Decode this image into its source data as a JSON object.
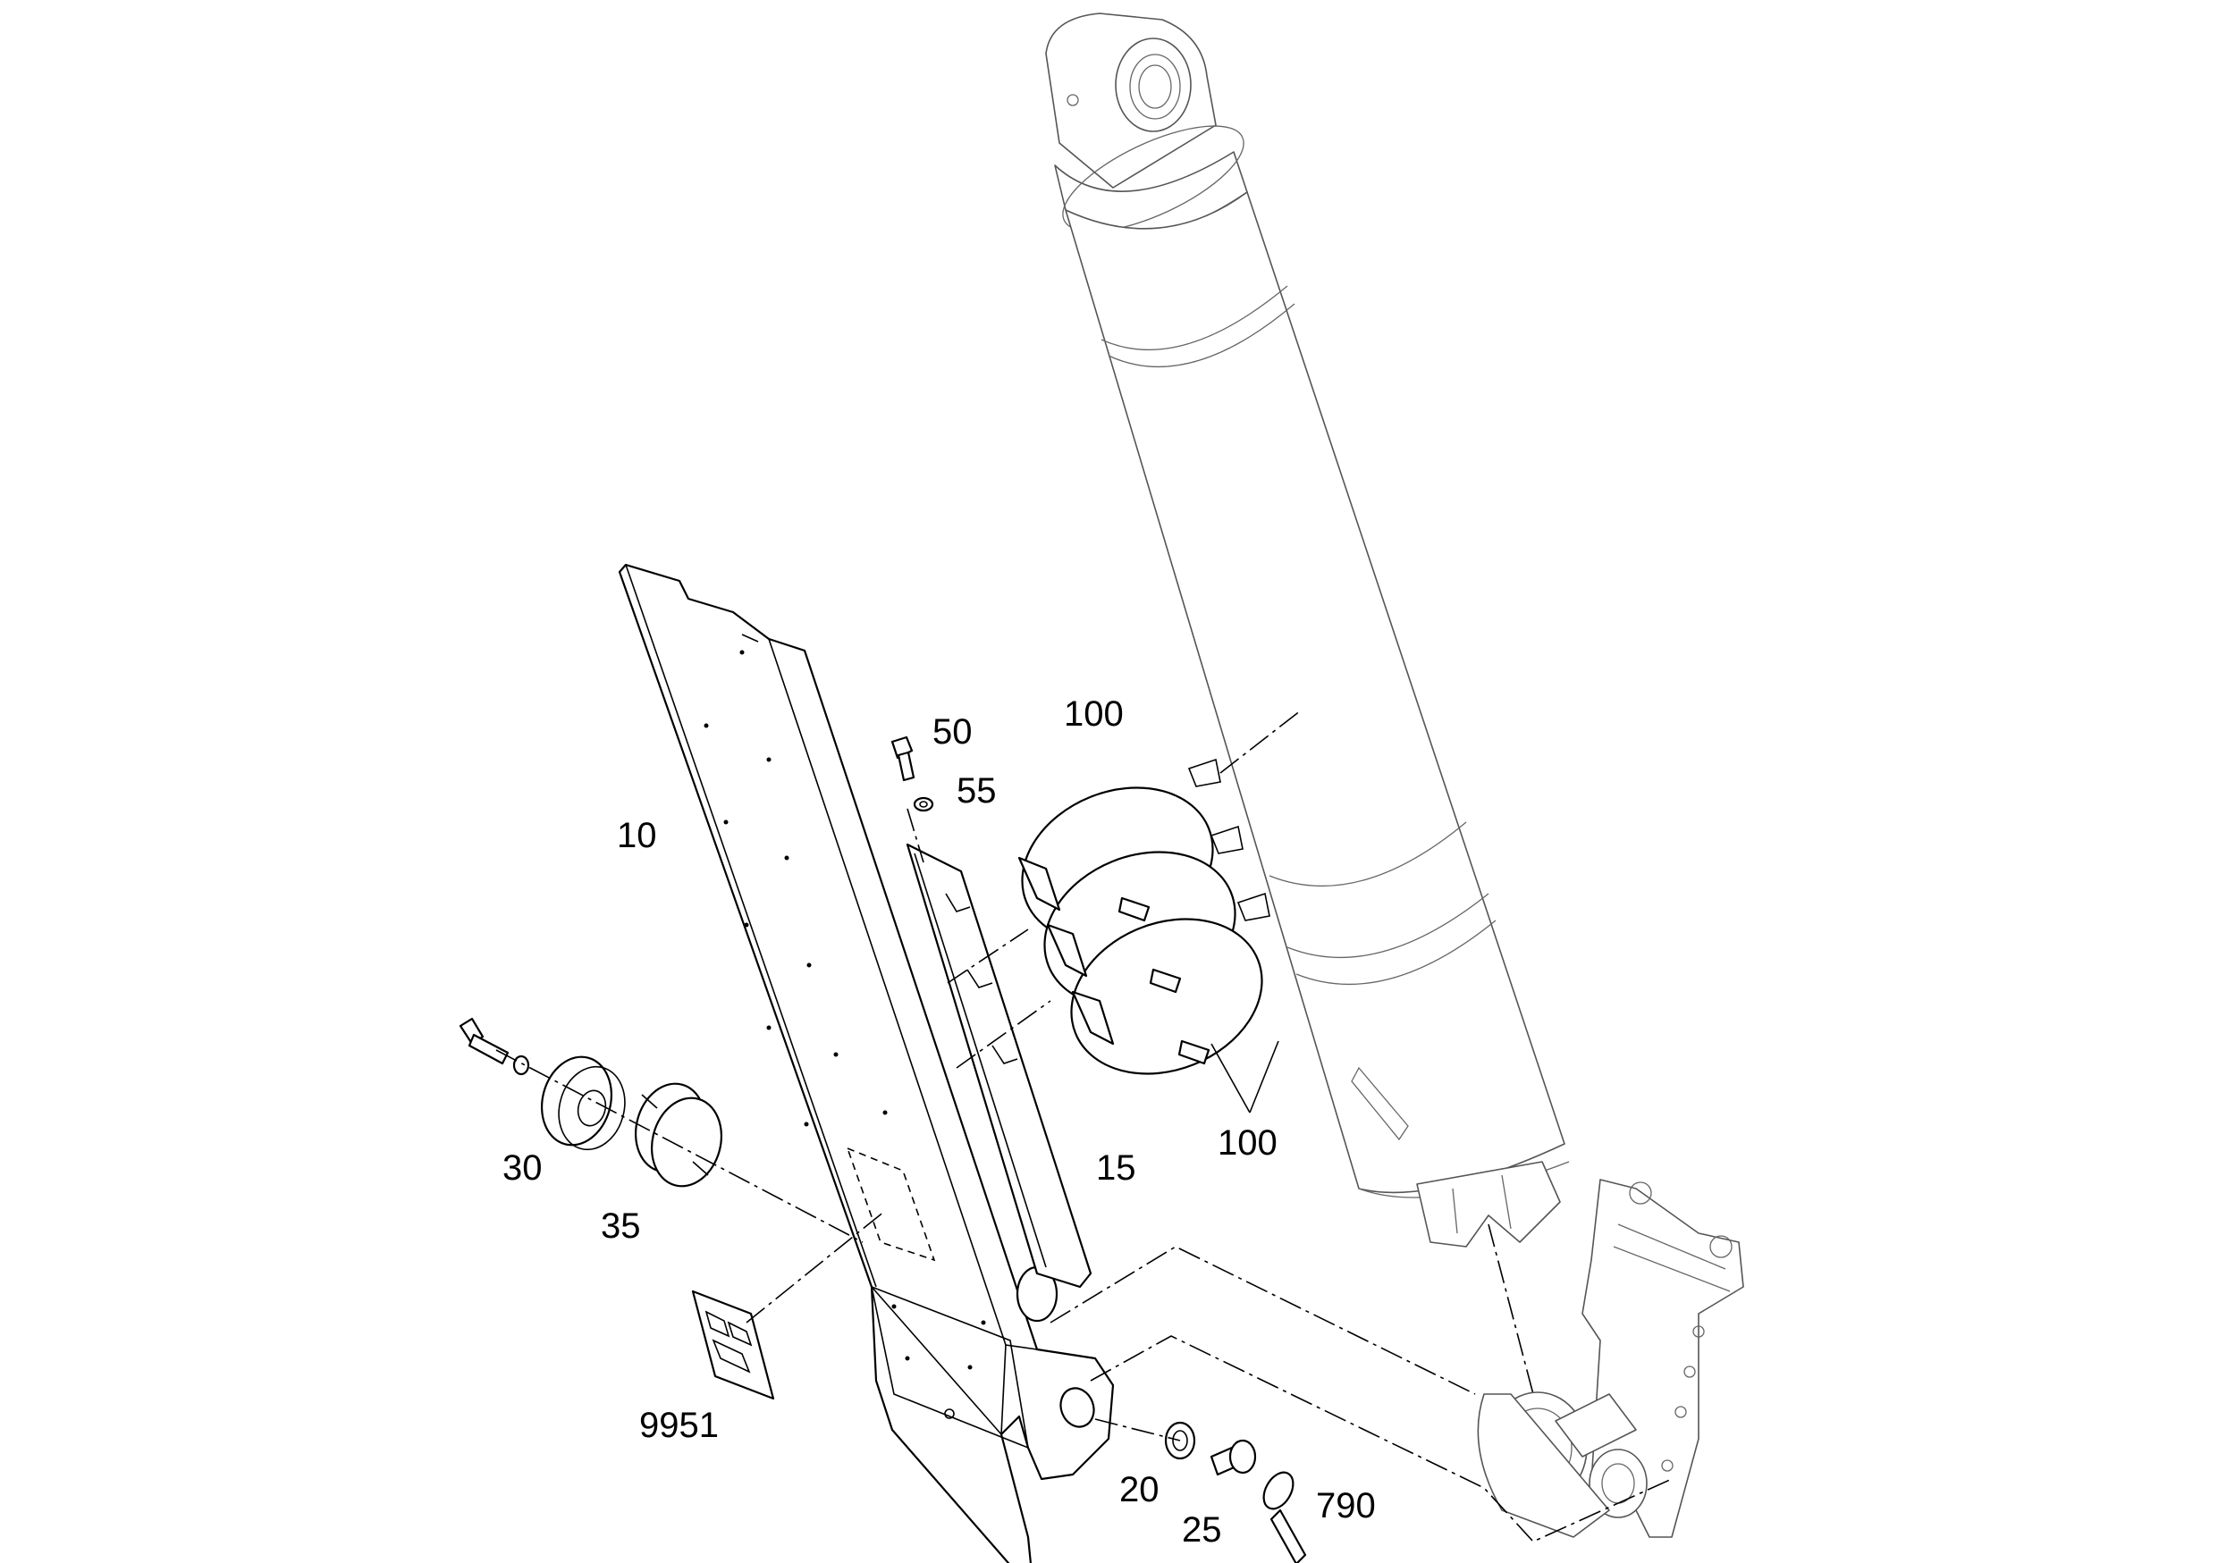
{
  "callouts": {
    "c10": "10",
    "c15": "15",
    "c20": "20",
    "c25": "25",
    "c30": "30",
    "c35": "35",
    "c50": "50",
    "c55": "55",
    "c100_top": "100",
    "c100_bottom": "100",
    "c790": "790",
    "c9951": "9951"
  },
  "colors": {
    "line": "#000000",
    "cylinder_line": "#555555",
    "background": "#ffffff"
  }
}
